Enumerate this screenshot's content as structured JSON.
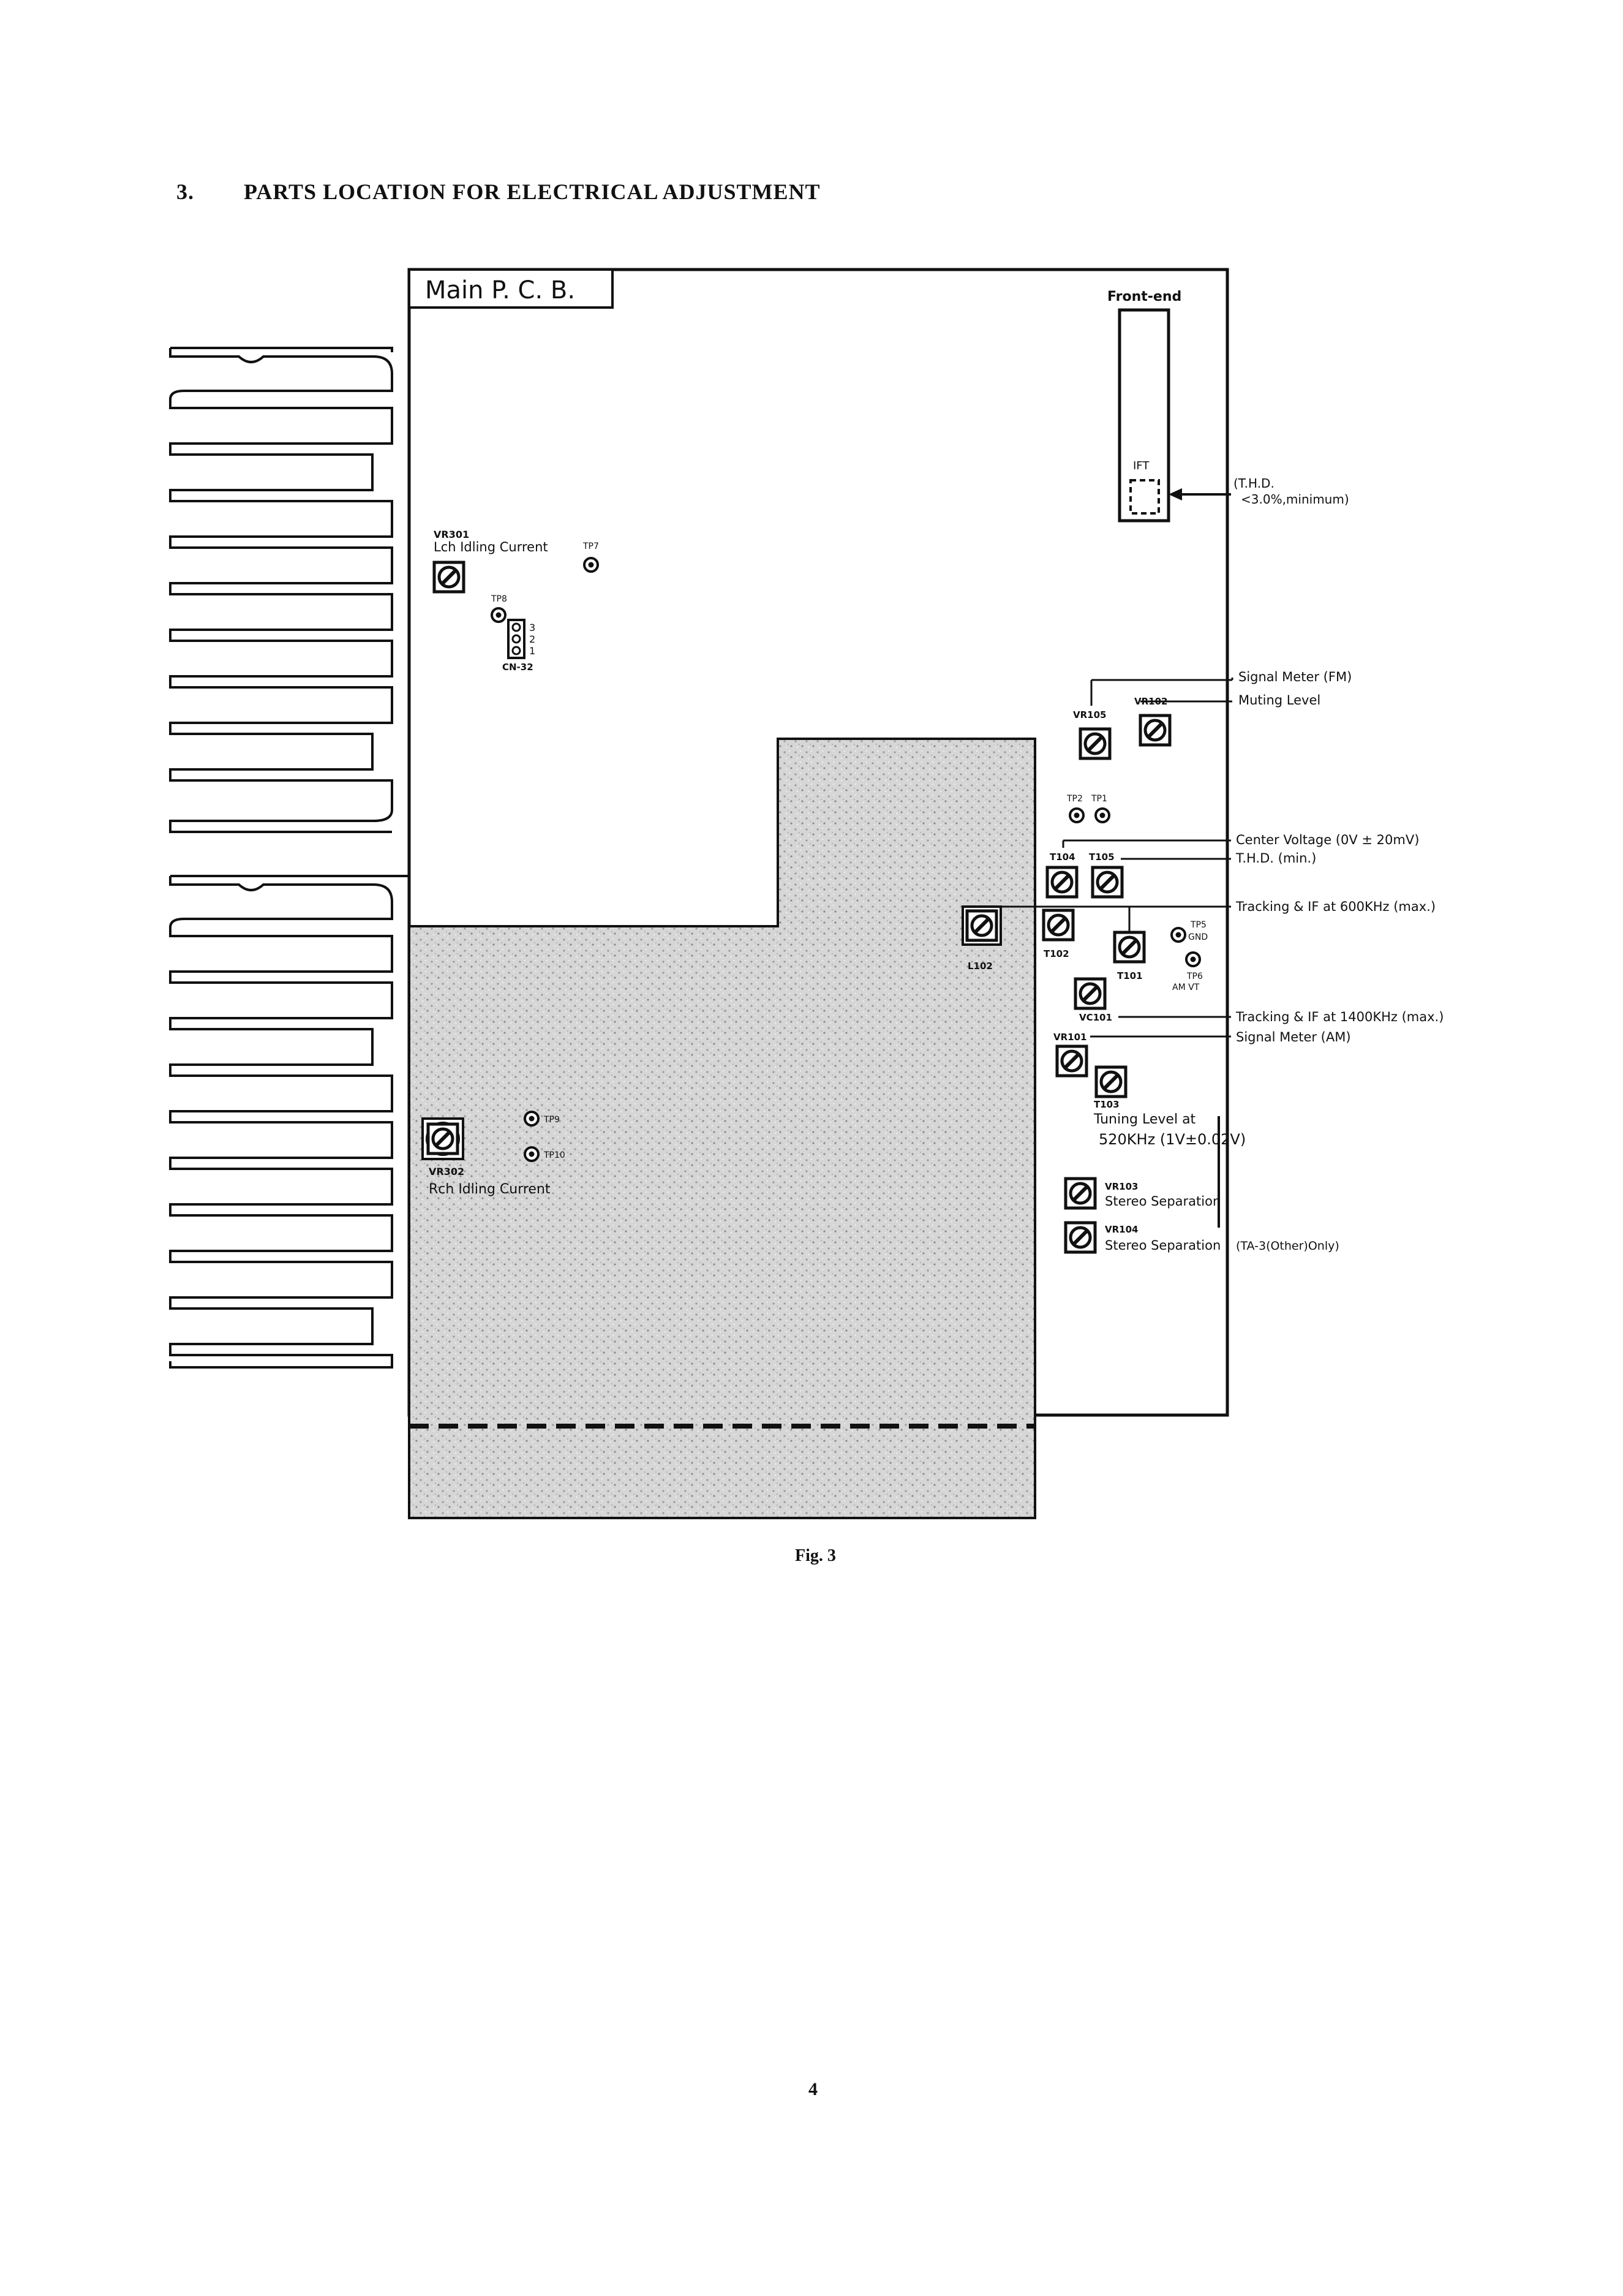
{
  "section": {
    "number": "3.",
    "title": "PARTS LOCATION FOR ELECTRICAL ADJUSTMENT"
  },
  "board": {
    "title": "Main  P. C. B.",
    "front_end": "Front-end",
    "ift": "IFT"
  },
  "components": {
    "vr301": "VR301",
    "vr301_desc": "Lch Idling Current",
    "tp7": "TP7",
    "tp8": "TP8",
    "cn32": "CN-32",
    "cn_pins": [
      "3",
      "2",
      "1"
    ],
    "vr105": "VR105",
    "vr102": "VR102",
    "tp2": "TP2",
    "tp1": "TP1",
    "t104": "T104",
    "t105": "T105",
    "t102": "T102",
    "t101": "T101",
    "l102": "L102",
    "tp5": "TP5",
    "gnd": "GND",
    "tp6": "TP6",
    "amvt": "AM VT",
    "vc101": "VC101",
    "vr101": "VR101",
    "t103": "T103",
    "tuning_1": "Tuning Level at",
    "tuning_2": "520KHz (1V±0.02V)",
    "vr103": "VR103",
    "vr103_desc": "Stereo Separation",
    "vr104": "VR104",
    "vr104_desc": "Stereo Separation",
    "tp9": "TP9",
    "tp10": "TP10",
    "vr302": "VR302",
    "vr302_desc": "Rch Idling Current"
  },
  "annotations": {
    "thd_1": "(T.H.D.",
    "thd_2": "<3.0%,minimum)",
    "signal_meter_fm": "Signal Meter (FM)",
    "muting_level": "Muting Level",
    "center_voltage": "Center Voltage (0V ± 20mV)",
    "thd_min": "T.H.D. (min.)",
    "tracking_600": "Tracking & IF at 600KHz (max.)",
    "tracking_1400": "Tracking & IF at 1400KHz (max.)",
    "signal_meter_am": "Signal Meter (AM)",
    "ta3_only": "(TA-3(Other)Only)"
  },
  "figure_caption": "Fig. 3",
  "page_number": "4"
}
